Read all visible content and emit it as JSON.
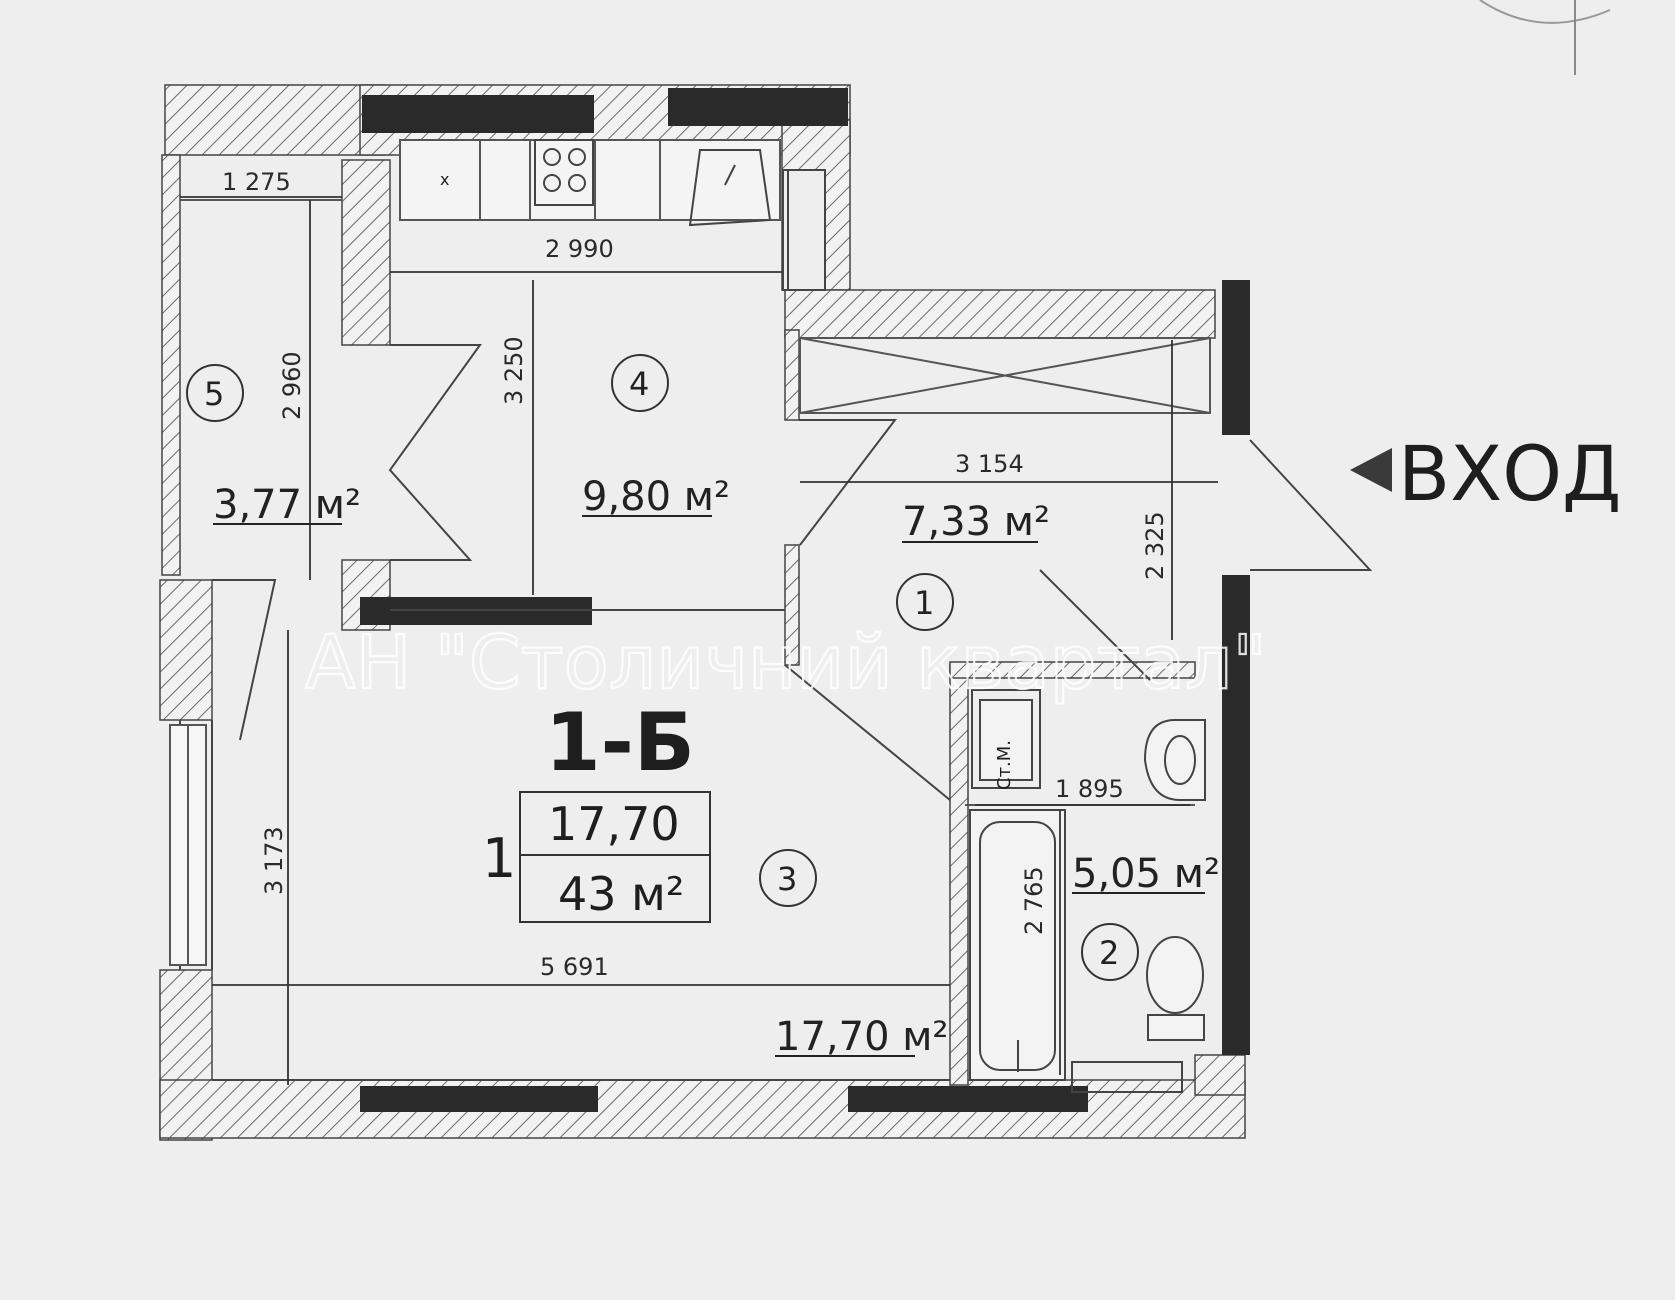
{
  "apartment_label": "1-Б",
  "rooms_count": "1",
  "living_area": "17,70",
  "total_area": "43 м²",
  "entrance_label": "ВХОД",
  "watermark": "АН \"Столичний квартал\"",
  "rooms": [
    {
      "number": "1",
      "area": "7,33 м²"
    },
    {
      "number": "2",
      "area": "5,05 м²"
    },
    {
      "number": "3",
      "area": "17,70 м²"
    },
    {
      "number": "4",
      "area": "9,80 м²"
    },
    {
      "number": "5",
      "area": "3,77 м²"
    }
  ],
  "dimensions": {
    "d1275": "1 275",
    "d2990": "2 990",
    "d2960": "2 960",
    "d3250": "3 250",
    "d3154": "3 154",
    "d2325": "2 325",
    "d1895": "1 895",
    "d2765": "2 765",
    "d3173": "3 173",
    "d5691": "5 691"
  },
  "fixtures": {
    "washer_label": "Ст.М."
  }
}
